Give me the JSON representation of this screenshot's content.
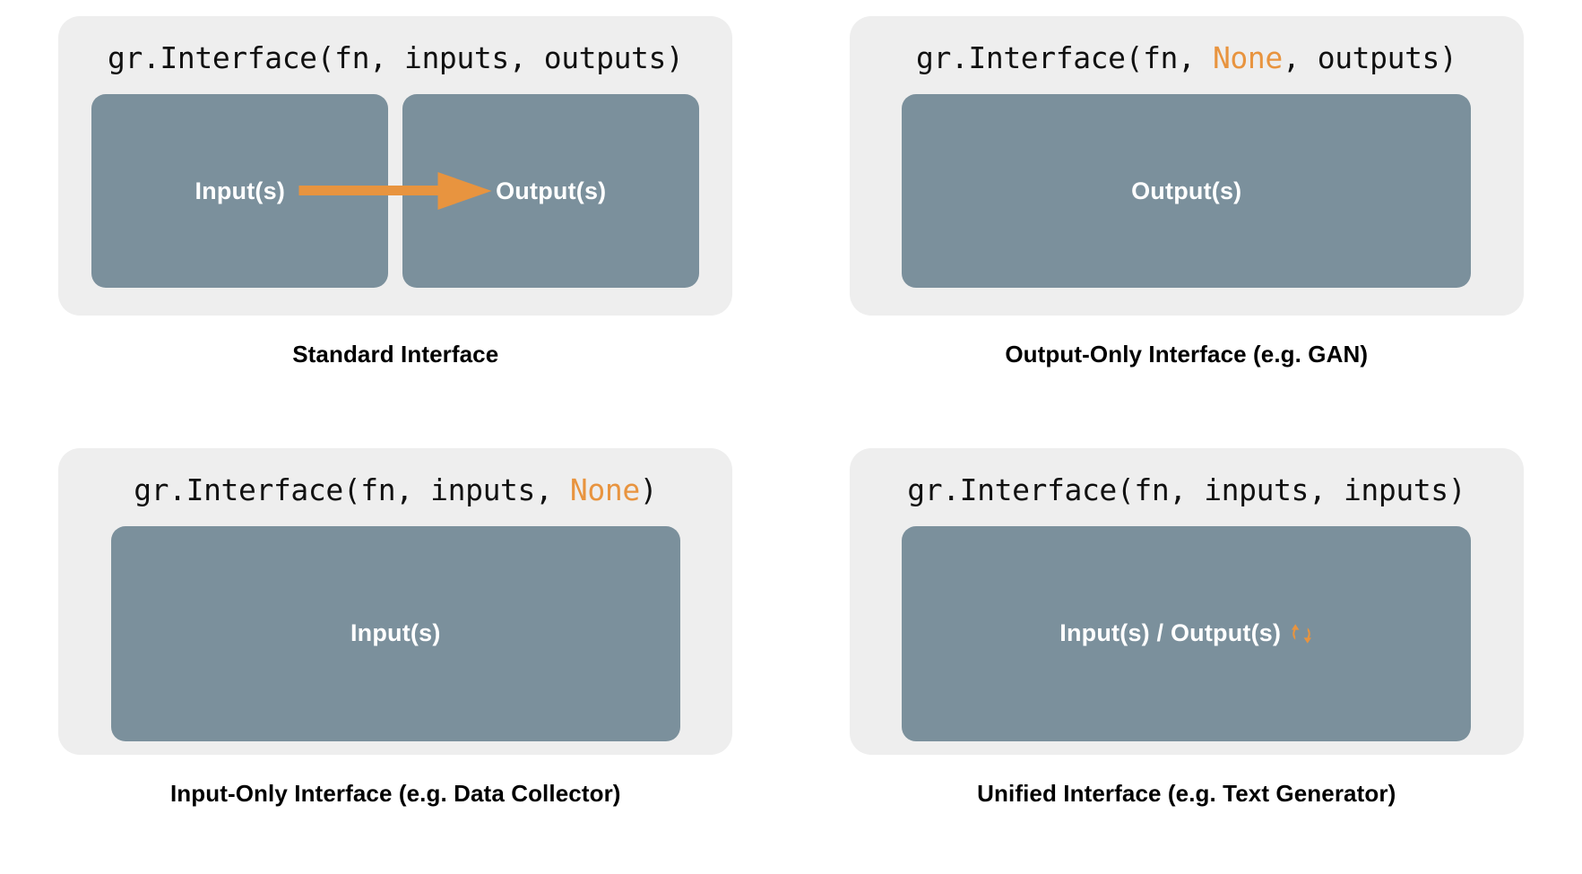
{
  "colors": {
    "panel_bg": "#eeeeee",
    "box_fill": "#7b909c",
    "accent_orange": "#e8943f",
    "text_dark": "#111111",
    "text_light": "#ffffff",
    "page_bg": "#ffffff"
  },
  "panels": [
    {
      "id": "standard",
      "code_prefix": "gr.Interface(fn, inputs, outputs)",
      "code_parts": {
        "before": "gr.Interface(fn, inputs, outputs)",
        "highlight": "",
        "after": ""
      },
      "boxes": [
        {
          "label": "Input(s)"
        },
        {
          "label": "Output(s)"
        }
      ],
      "arrow": {
        "present": true,
        "direction": "right",
        "color": "#e8943f",
        "from": "Input(s)",
        "to": "Output(s)"
      },
      "caption": "Standard Interface"
    },
    {
      "id": "output-only",
      "code_parts": {
        "before": "gr.Interface(fn, ",
        "highlight": "None",
        "after": ", outputs)"
      },
      "boxes": [
        {
          "label": "Output(s)"
        }
      ],
      "arrow": {
        "present": false
      },
      "caption": "Output-Only Interface (e.g. GAN)"
    },
    {
      "id": "input-only",
      "code_parts": {
        "before": "gr.Interface(fn, inputs, ",
        "highlight": "None",
        "after": ")"
      },
      "boxes": [
        {
          "label": "Input(s)"
        }
      ],
      "arrow": {
        "present": false
      },
      "caption": "Input-Only Interface (e.g. Data Collector)"
    },
    {
      "id": "unified",
      "code_parts": {
        "before": "gr.Interface(fn, inputs, inputs)",
        "highlight": "",
        "after": ""
      },
      "boxes": [
        {
          "label": "Input(s) / Output(s)",
          "icon": "cycle-icon"
        }
      ],
      "arrow": {
        "present": false
      },
      "caption": "Unified Interface (e.g. Text Generator)"
    }
  ]
}
